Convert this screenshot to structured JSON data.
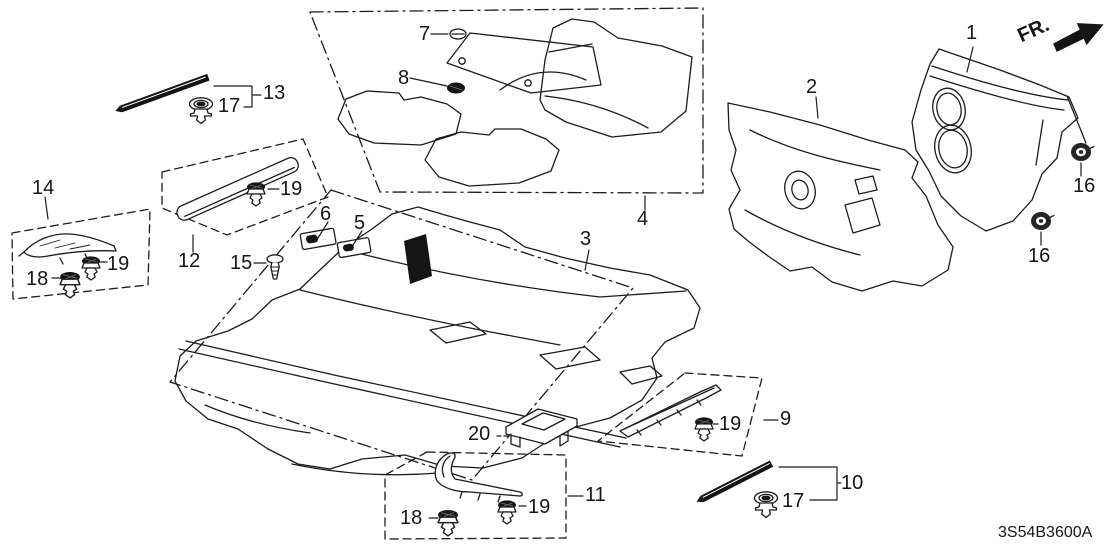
{
  "diagram": {
    "code": "3S54B3600A",
    "direction_indicator": "FR.",
    "callouts": [
      "1",
      "2",
      "3",
      "4",
      "5",
      "6",
      "7",
      "8",
      "9",
      "10",
      "11",
      "12",
      "13",
      "14",
      "15",
      "16",
      "16",
      "17",
      "17",
      "18",
      "18",
      "19",
      "19",
      "19",
      "19",
      "20"
    ],
    "colors": {
      "line": "#1c1c1c",
      "background": "#ffffff",
      "dark_fill": "#141414"
    }
  }
}
